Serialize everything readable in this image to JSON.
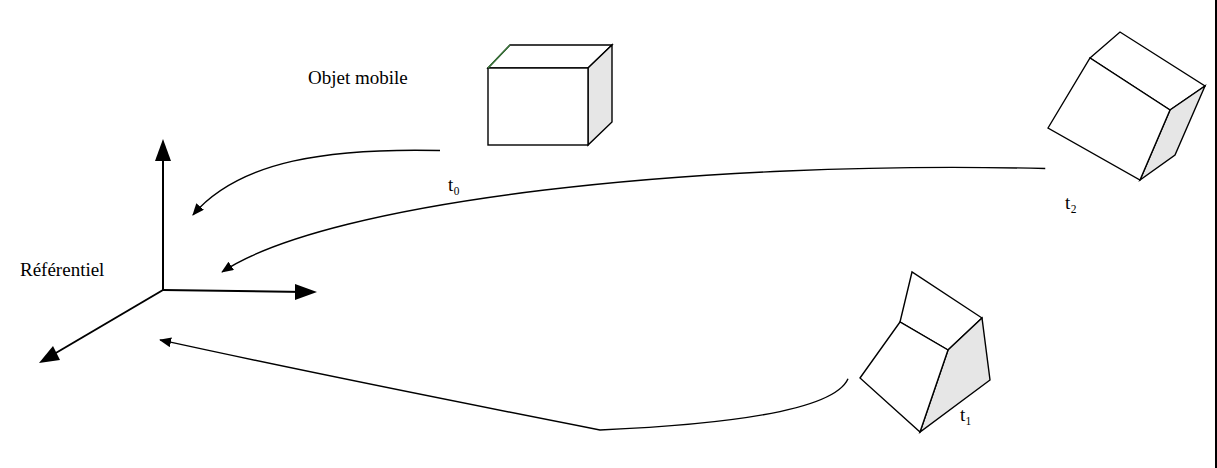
{
  "diagram": {
    "nodes": [
      {
        "text": [
          "Objet mobile",
          "t₀"
        ]
      },
      {
        "text": [
          "t₂"
        ]
      },
      {
        "text": [
          "Référentiel"
        ]
      },
      {
        "text": [
          "t₁"
        ]
      }
    ],
    "edges": [
      {
        "from": 0,
        "to": 2,
        "arrow": "to"
      },
      {
        "from": 1,
        "to": 2,
        "arrow": "to"
      },
      {
        "from": 3,
        "to": 2,
        "arrow": "to"
      }
    ]
  }
}
